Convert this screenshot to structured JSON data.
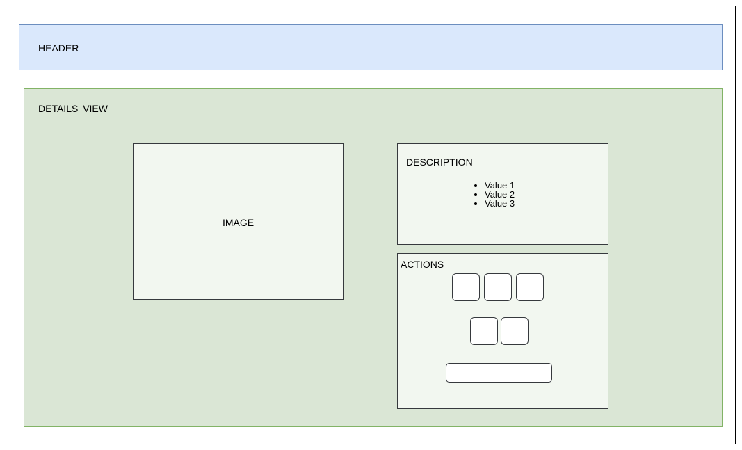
{
  "header": {
    "title": "HEADER"
  },
  "details": {
    "title": "DETAILS  VIEW",
    "image": {
      "label": "IMAGE"
    },
    "description": {
      "title": "DESCRIPTION",
      "items": [
        "Value 1",
        "Value 2",
        "Value 3"
      ]
    },
    "actions": {
      "title": "ACTIONS"
    }
  },
  "colors": {
    "header_fill": "#dae8fc",
    "header_stroke": "#6c8ebf",
    "details_fill": "#dae6d5",
    "details_stroke": "#82b366",
    "panel_fill": "#f2f7f0",
    "panel_stroke": "#36393d"
  }
}
